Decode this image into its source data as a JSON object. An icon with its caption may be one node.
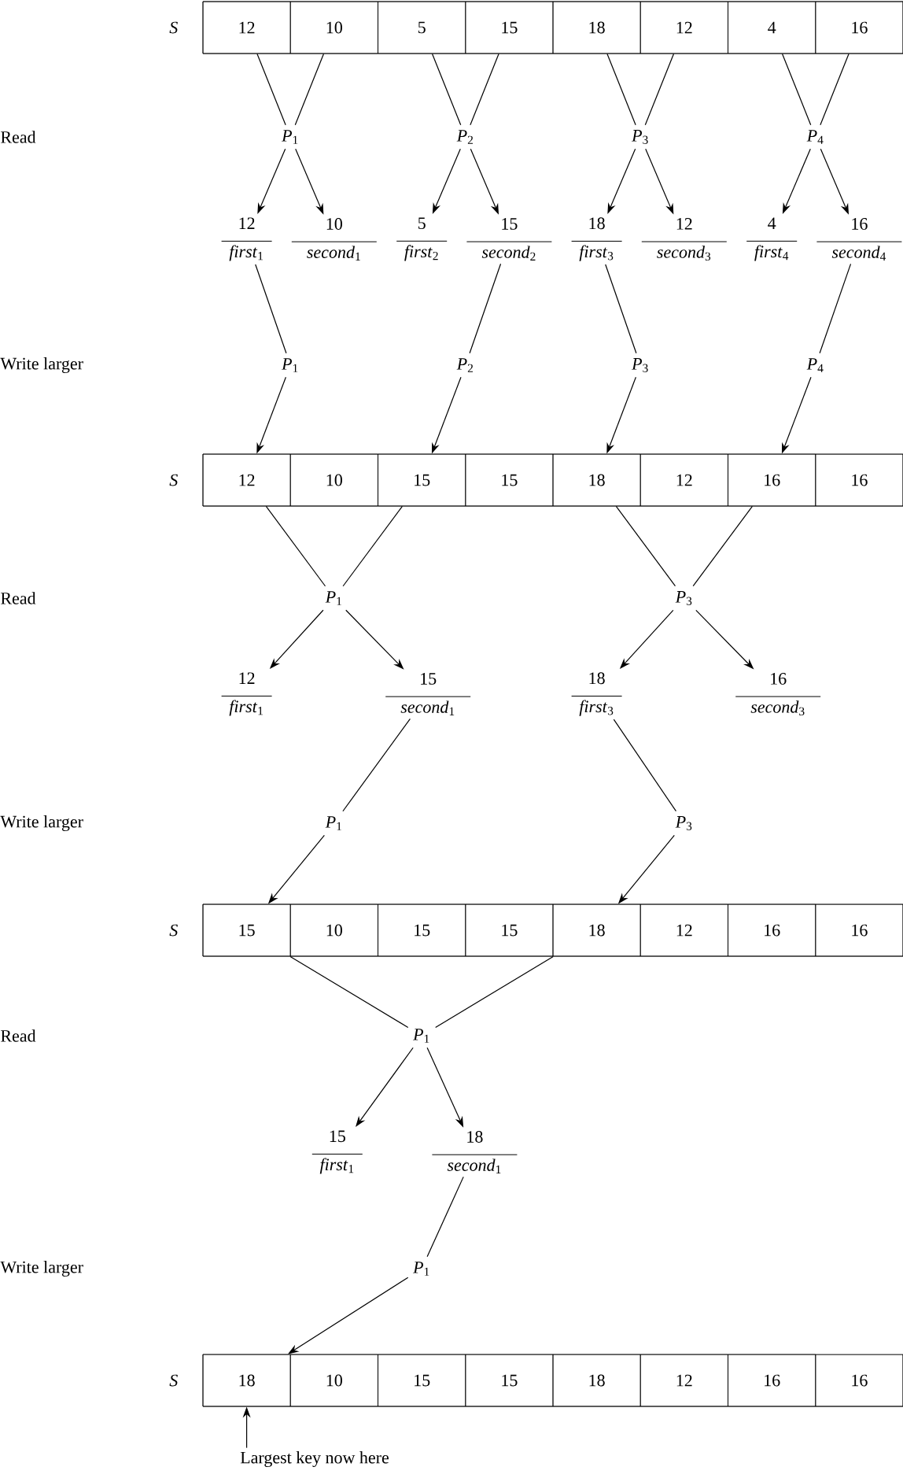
{
  "diagram": {
    "nodes": [
      {
        "text": [],
        "shape": "box",
        "beside": [
          "S"
        ]
      },
      {
        "text": [
          "12"
        ],
        "in": 0
      },
      {
        "text": [
          "10"
        ],
        "in": 0
      },
      {
        "text": [
          "5"
        ],
        "in": 0
      },
      {
        "text": [
          "15"
        ],
        "in": 0
      },
      {
        "text": [
          "18"
        ],
        "in": 0
      },
      {
        "text": [
          "12"
        ],
        "in": 0
      },
      {
        "text": [
          "4"
        ],
        "in": 0
      },
      {
        "text": [
          "16"
        ],
        "in": 0
      },
      {
        "text": [
          "*P*$_{1}$"
        ]
      },
      {
        "text": [
          "*P*$_{2}$"
        ]
      },
      {
        "text": [
          "*P*$_{3}$"
        ]
      },
      {
        "text": [
          "*P*$_{4}$"
        ]
      },
      {
        "text": [
          "12",
          "*first*$_{1}$"
        ]
      },
      {
        "text": [
          "10",
          "*second*$_{1}$"
        ]
      },
      {
        "text": [
          "5",
          "*first*$_{2}$"
        ]
      },
      {
        "text": [
          "15",
          "*second*$_{2}$"
        ]
      },
      {
        "text": [
          "18",
          "*first*$_{3}$"
        ]
      },
      {
        "text": [
          "12",
          "*second*$_{3}$"
        ]
      },
      {
        "text": [
          "4",
          "*first*$_{4}$"
        ]
      },
      {
        "text": [
          "16",
          "*second*$_{4}$"
        ]
      },
      {
        "text": [
          "*P*$_{1}$"
        ]
      },
      {
        "text": [
          "*P*$_{2}$"
        ]
      },
      {
        "text": [
          "*P*$_{3}$"
        ]
      },
      {
        "text": [
          "*P*$_{4}$"
        ]
      },
      {
        "text": [],
        "shape": "box",
        "beside": [
          "S"
        ]
      },
      {
        "text": [
          "12"
        ],
        "in": 25
      },
      {
        "text": [
          "10"
        ],
        "in": 25
      },
      {
        "text": [
          "15"
        ],
        "in": 25
      },
      {
        "text": [
          "15"
        ],
        "in": 25
      },
      {
        "text": [
          "18"
        ],
        "in": 25
      },
      {
        "text": [
          "12"
        ],
        "in": 25
      },
      {
        "text": [
          "16"
        ],
        "in": 25
      },
      {
        "text": [
          "16"
        ],
        "in": 25
      },
      {
        "text": [
          "*P*$_{1}$"
        ]
      },
      {
        "text": [
          "*P*$_{3}$"
        ]
      },
      {
        "text": [
          "12",
          "*first*$_{1}$"
        ]
      },
      {
        "text": [
          "15",
          "*second*$_{1}$"
        ]
      },
      {
        "text": [
          "18",
          "*first*$_{3}$"
        ]
      },
      {
        "text": [
          "16",
          "*second*$_{3}$"
        ]
      },
      {
        "text": [
          "*P*$_{1}$"
        ]
      },
      {
        "text": [
          "*P*$_{3}$"
        ]
      },
      {
        "text": [],
        "shape": "box",
        "beside": [
          "S"
        ]
      },
      {
        "text": [
          "15"
        ],
        "in": 42
      },
      {
        "text": [
          "10"
        ],
        "in": 42
      },
      {
        "text": [
          "15"
        ],
        "in": 42
      },
      {
        "text": [
          "15"
        ],
        "in": 42
      },
      {
        "text": [
          "18"
        ],
        "in": 42
      },
      {
        "text": [
          "12"
        ],
        "in": 42
      },
      {
        "text": [
          "16"
        ],
        "in": 42
      },
      {
        "text": [
          "16"
        ],
        "in": 42
      },
      {
        "text": [
          "*P*$_{1}$"
        ]
      },
      {
        "text": [
          "15",
          "*first*$_{1}$"
        ]
      },
      {
        "text": [
          "18",
          "*second*$_{1}$"
        ]
      },
      {
        "text": [
          "*P*$_{1}$"
        ]
      },
      {
        "text": [],
        "shape": "box",
        "beside": [
          "S"
        ]
      },
      {
        "text": [
          "18"
        ],
        "in": 55
      },
      {
        "text": [
          "10"
        ],
        "in": 55
      },
      {
        "text": [
          "15"
        ],
        "in": 55
      },
      {
        "text": [
          "15"
        ],
        "in": 55
      },
      {
        "text": [
          "18"
        ],
        "in": 55
      },
      {
        "text": [
          "12"
        ],
        "in": 55
      },
      {
        "text": [
          "16"
        ],
        "in": 55
      },
      {
        "text": [
          "16"
        ],
        "in": 55
      },
      {
        "text": [
          "Largest key now here"
        ]
      }
    ],
    "edges": [
      {
        "from": 1,
        "to": 9,
        "arrow": "none"
      },
      {
        "from": 2,
        "to": 9,
        "arrow": "none"
      },
      {
        "from": 3,
        "to": 10,
        "arrow": "none"
      },
      {
        "from": 4,
        "to": 10,
        "arrow": "none"
      },
      {
        "from": 5,
        "to": 11,
        "arrow": "none"
      },
      {
        "from": 6,
        "to": 11,
        "arrow": "none"
      },
      {
        "from": 7,
        "to": 12,
        "arrow": "none"
      },
      {
        "from": 8,
        "to": 12,
        "arrow": "none"
      },
      {
        "from": 9,
        "to": 13,
        "arrow": "to"
      },
      {
        "from": 9,
        "to": 14,
        "arrow": "to"
      },
      {
        "from": 10,
        "to": 15,
        "arrow": "to"
      },
      {
        "from": 10,
        "to": 16,
        "arrow": "to"
      },
      {
        "from": 11,
        "to": 17,
        "arrow": "to"
      },
      {
        "from": 11,
        "to": 18,
        "arrow": "to"
      },
      {
        "from": 12,
        "to": 19,
        "arrow": "to"
      },
      {
        "from": 12,
        "to": 20,
        "arrow": "to"
      },
      {
        "from": 13,
        "to": 21,
        "arrow": "none"
      },
      {
        "from": 16,
        "to": 22,
        "arrow": "none"
      },
      {
        "from": 17,
        "to": 23,
        "arrow": "none"
      },
      {
        "from": 20,
        "to": 24,
        "arrow": "none"
      },
      {
        "from": 21,
        "to": 26,
        "arrow": "to"
      },
      {
        "from": 22,
        "to": 28,
        "arrow": "to"
      },
      {
        "from": 23,
        "to": 30,
        "arrow": "to"
      },
      {
        "from": 24,
        "to": 32,
        "arrow": "to"
      },
      {
        "from": 26,
        "to": 34,
        "arrow": "none"
      },
      {
        "from": 28,
        "to": 34,
        "arrow": "none"
      },
      {
        "from": 30,
        "to": 35,
        "arrow": "none"
      },
      {
        "from": 32,
        "to": 35,
        "arrow": "none"
      },
      {
        "from": 34,
        "to": 36,
        "arrow": "to"
      },
      {
        "from": 34,
        "to": 37,
        "arrow": "to"
      },
      {
        "from": 35,
        "to": 38,
        "arrow": "to"
      },
      {
        "from": 35,
        "to": 39,
        "arrow": "to"
      },
      {
        "from": 37,
        "to": 40,
        "arrow": "none"
      },
      {
        "from": 38,
        "to": 41,
        "arrow": "none"
      },
      {
        "from": 40,
        "to": 43,
        "arrow": "to"
      },
      {
        "from": 41,
        "to": 47,
        "arrow": "to"
      },
      {
        "from": 43,
        "to": 51,
        "arrow": "none"
      },
      {
        "from": 47,
        "to": 51,
        "arrow": "none"
      },
      {
        "from": 51,
        "to": 52,
        "arrow": "to"
      },
      {
        "from": 51,
        "to": 53,
        "arrow": "to"
      },
      {
        "from": 53,
        "to": 54,
        "arrow": "none"
      },
      {
        "from": 54,
        "to": 56,
        "arrow": "to"
      },
      {
        "from": 64,
        "to": 56,
        "arrow": "to"
      }
    ],
    "labels": [
      "Read",
      "Write larger",
      "Read",
      "Write larger",
      "Read",
      "Write larger"
    ]
  }
}
